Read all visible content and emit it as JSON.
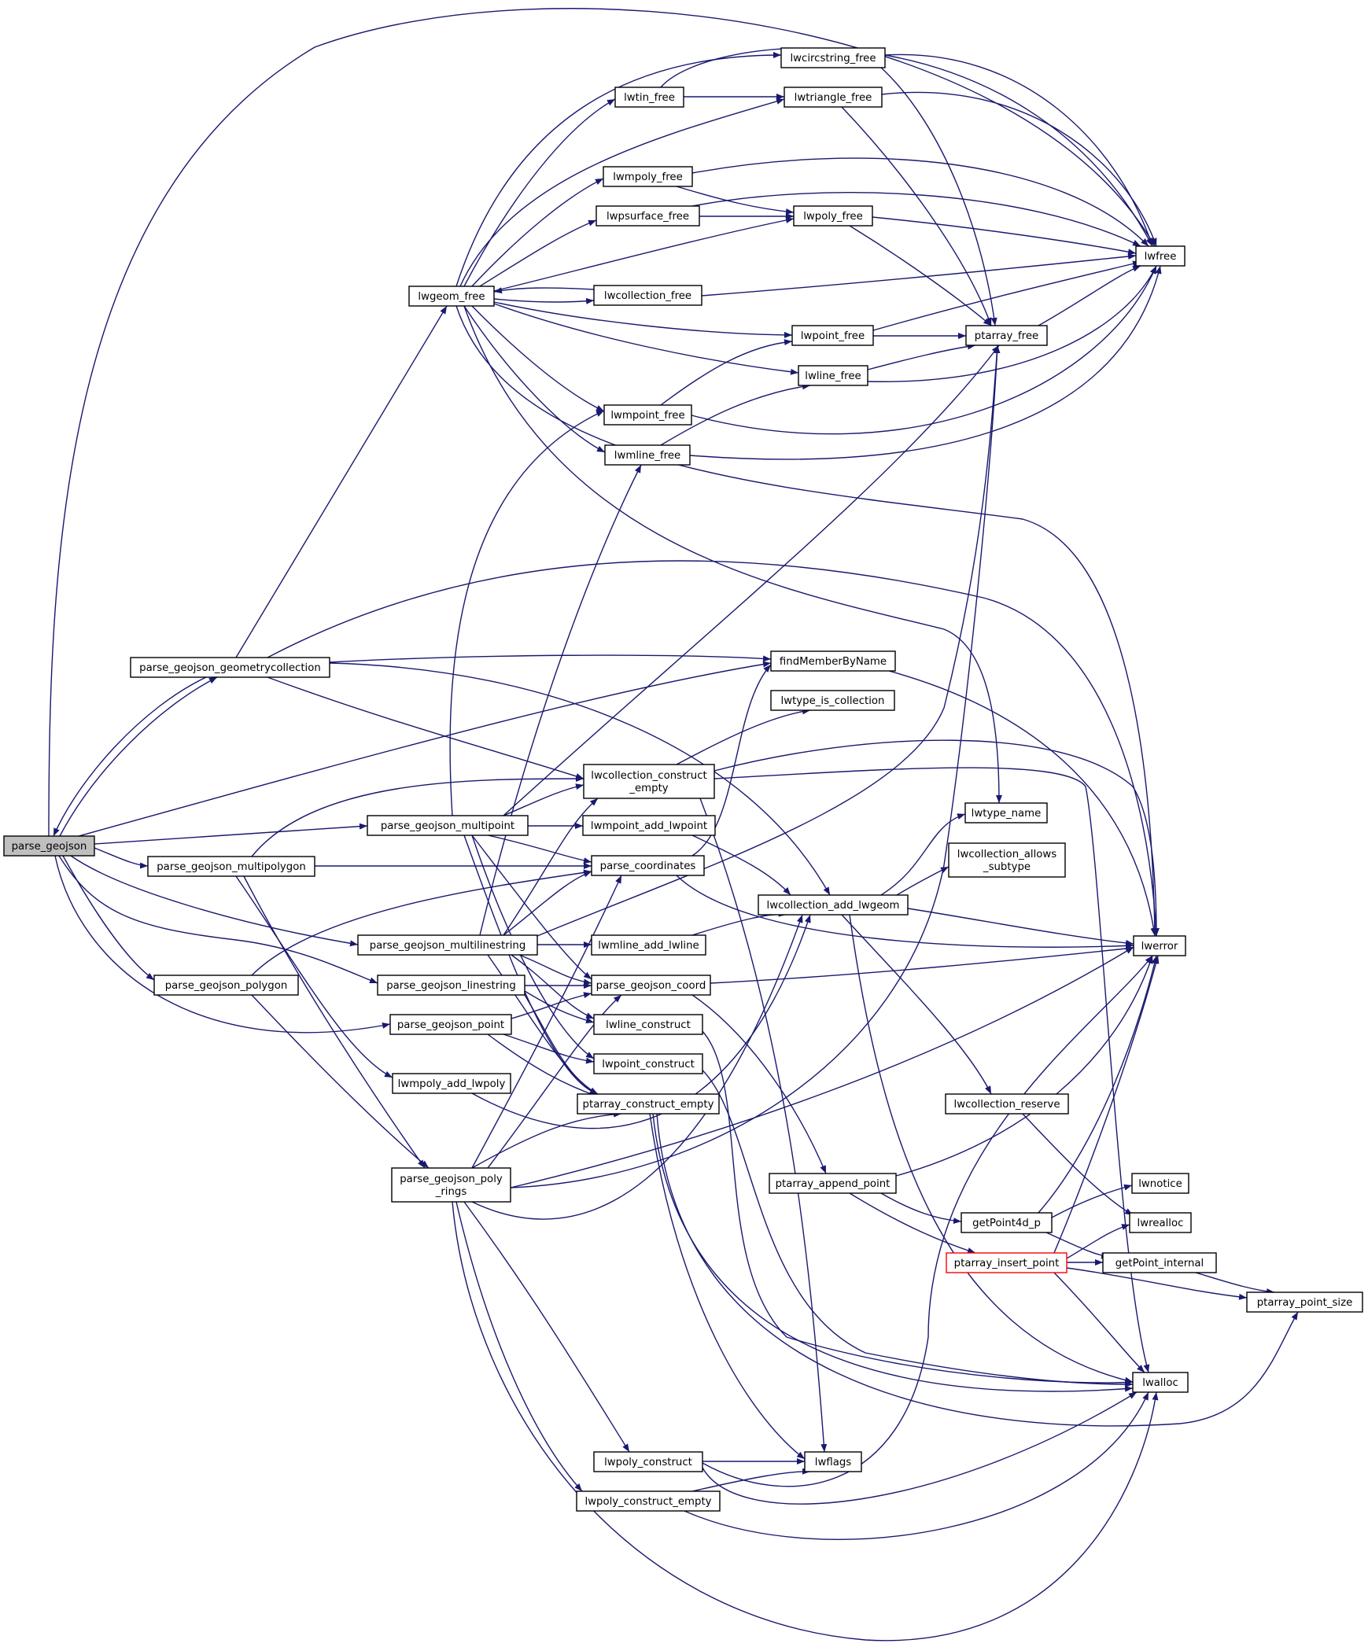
{
  "colors": {
    "edge": "#191970",
    "node_border": "#000000",
    "node_fill": "#ffffff",
    "root_fill": "#bfbfbf",
    "truncated_border": "#ff0000"
  },
  "nodes": {
    "parse_geojson": {
      "lines": [
        "parse_geojson"
      ],
      "style": "root"
    },
    "parse_geojson_geometrycollection": {
      "lines": [
        "parse_geojson_geometrycollection"
      ]
    },
    "parse_geojson_multipoint": {
      "lines": [
        "parse_geojson_multipoint"
      ]
    },
    "parse_geojson_multipolygon": {
      "lines": [
        "parse_geojson_multipolygon"
      ]
    },
    "parse_geojson_multilinestring": {
      "lines": [
        "parse_geojson_multilinestring"
      ]
    },
    "parse_geojson_polygon": {
      "lines": [
        "parse_geojson_polygon"
      ]
    },
    "parse_geojson_linestring": {
      "lines": [
        "parse_geojson_linestring"
      ]
    },
    "parse_geojson_point": {
      "lines": [
        "parse_geojson_point"
      ]
    },
    "lwmpoly_add_lwpoly": {
      "lines": [
        "lwmpoly_add_lwpoly"
      ]
    },
    "parse_geojson_poly_rings": {
      "lines": [
        "parse_geojson_poly",
        "_rings"
      ]
    },
    "lwgeom_free": {
      "lines": [
        "lwgeom_free"
      ]
    },
    "lwtin_free": {
      "lines": [
        "lwtin_free"
      ]
    },
    "lwmpoly_free": {
      "lines": [
        "lwmpoly_free"
      ]
    },
    "lwpsurface_free": {
      "lines": [
        "lwpsurface_free"
      ]
    },
    "lwcollection_free": {
      "lines": [
        "lwcollection_free"
      ]
    },
    "lwmpoint_free": {
      "lines": [
        "lwmpoint_free"
      ]
    },
    "lwmline_free": {
      "lines": [
        "lwmline_free"
      ]
    },
    "lwcircstring_free": {
      "lines": [
        "lwcircstring_free"
      ]
    },
    "lwtriangle_free": {
      "lines": [
        "lwtriangle_free"
      ]
    },
    "lwpoly_free": {
      "lines": [
        "lwpoly_free"
      ]
    },
    "lwpoint_free": {
      "lines": [
        "lwpoint_free"
      ]
    },
    "lwline_free": {
      "lines": [
        "lwline_free"
      ]
    },
    "ptarray_free": {
      "lines": [
        "ptarray_free"
      ]
    },
    "lwfree": {
      "lines": [
        "lwfree"
      ]
    },
    "findMemberByName": {
      "lines": [
        "findMemberByName"
      ]
    },
    "lwtype_is_collection": {
      "lines": [
        "lwtype_is_collection"
      ]
    },
    "lwcollection_construct_empty": {
      "lines": [
        "lwcollection_construct",
        "_empty"
      ]
    },
    "lwmpoint_add_lwpoint": {
      "lines": [
        "lwmpoint_add_lwpoint"
      ]
    },
    "parse_coordinates": {
      "lines": [
        "parse_coordinates"
      ]
    },
    "lwmline_add_lwline": {
      "lines": [
        "lwmline_add_lwline"
      ]
    },
    "parse_geojson_coord": {
      "lines": [
        "parse_geojson_coord"
      ]
    },
    "lwline_construct": {
      "lines": [
        "lwline_construct"
      ]
    },
    "lwpoint_construct": {
      "lines": [
        "lwpoint_construct"
      ]
    },
    "ptarray_construct_empty": {
      "lines": [
        "ptarray_construct_empty"
      ]
    },
    "lwcollection_add_lwgeom": {
      "lines": [
        "lwcollection_add_lwgeom"
      ]
    },
    "lwtype_name": {
      "lines": [
        "lwtype_name"
      ]
    },
    "lwcollection_allows_subtype": {
      "lines": [
        "lwcollection_allows",
        "_subtype"
      ]
    },
    "lwerror": {
      "lines": [
        "lwerror"
      ]
    },
    "lwcollection_reserve": {
      "lines": [
        "lwcollection_reserve"
      ]
    },
    "ptarray_append_point": {
      "lines": [
        "ptarray_append_point"
      ]
    },
    "getPoint4d_p": {
      "lines": [
        "getPoint4d_p"
      ]
    },
    "ptarray_insert_point": {
      "lines": [
        "ptarray_insert_point"
      ],
      "style": "truncated"
    },
    "lwnotice": {
      "lines": [
        "lwnotice"
      ]
    },
    "lwrealloc": {
      "lines": [
        "lwrealloc"
      ]
    },
    "getPoint_internal": {
      "lines": [
        "getPoint_internal"
      ]
    },
    "ptarray_point_size": {
      "lines": [
        "ptarray_point_size"
      ]
    },
    "lwalloc": {
      "lines": [
        "lwalloc"
      ]
    },
    "lwpoly_construct": {
      "lines": [
        "lwpoly_construct"
      ]
    },
    "lwflags": {
      "lines": [
        "lwflags"
      ]
    },
    "lwpoly_construct_empty": {
      "lines": [
        "lwpoly_construct_empty"
      ]
    }
  },
  "edges": [
    [
      "parse_geojson",
      "parse_geojson_geometrycollection"
    ],
    [
      "parse_geojson",
      "findMemberByName"
    ],
    [
      "parse_geojson",
      "parse_geojson_multipoint"
    ],
    [
      "parse_geojson",
      "parse_geojson_multipolygon"
    ],
    [
      "parse_geojson",
      "parse_geojson_multilinestring"
    ],
    [
      "parse_geojson",
      "parse_geojson_polygon"
    ],
    [
      "parse_geojson",
      "parse_geojson_linestring"
    ],
    [
      "parse_geojson",
      "parse_geojson_point"
    ],
    [
      "parse_geojson",
      "lwfree"
    ],
    [
      "parse_geojson_geometrycollection",
      "parse_geojson"
    ],
    [
      "parse_geojson_geometrycollection",
      "lwgeom_free"
    ],
    [
      "parse_geojson_geometrycollection",
      "findMemberByName"
    ],
    [
      "parse_geojson_geometrycollection",
      "lwcollection_construct_empty"
    ],
    [
      "parse_geojson_geometrycollection",
      "lwcollection_add_lwgeom"
    ],
    [
      "parse_geojson_geometrycollection",
      "lwerror"
    ],
    [
      "parse_geojson_multipoint",
      "lwcollection_construct_empty"
    ],
    [
      "parse_geojson_multipoint",
      "lwmpoint_add_lwpoint"
    ],
    [
      "parse_geojson_multipoint",
      "parse_coordinates"
    ],
    [
      "parse_geojson_multipoint",
      "parse_geojson_coord"
    ],
    [
      "parse_geojson_multipoint",
      "lwpoint_construct"
    ],
    [
      "parse_geojson_multipoint",
      "ptarray_construct_empty"
    ],
    [
      "parse_geojson_multipoint",
      "lwmpoint_free"
    ],
    [
      "parse_geojson_multipoint",
      "ptarray_free"
    ],
    [
      "parse_geojson_multipolygon",
      "lwcollection_construct_empty"
    ],
    [
      "parse_geojson_multipolygon",
      "parse_coordinates"
    ],
    [
      "parse_geojson_multipolygon",
      "lwmpoly_add_lwpoly"
    ],
    [
      "parse_geojson_multipolygon",
      "parse_geojson_poly_rings"
    ],
    [
      "parse_geojson_multilinestring",
      "lwcollection_construct_empty"
    ],
    [
      "parse_geojson_multilinestring",
      "parse_coordinates"
    ],
    [
      "parse_geojson_multilinestring",
      "lwmline_add_lwline"
    ],
    [
      "parse_geojson_multilinestring",
      "parse_geojson_coord"
    ],
    [
      "parse_geojson_multilinestring",
      "lwline_construct"
    ],
    [
      "parse_geojson_multilinestring",
      "ptarray_construct_empty"
    ],
    [
      "parse_geojson_multilinestring",
      "lwmline_free"
    ],
    [
      "parse_geojson_multilinestring",
      "ptarray_free"
    ],
    [
      "parse_geojson_polygon",
      "parse_coordinates"
    ],
    [
      "parse_geojson_polygon",
      "parse_geojson_poly_rings"
    ],
    [
      "parse_geojson_linestring",
      "parse_geojson_coord"
    ],
    [
      "parse_geojson_linestring",
      "lwline_construct"
    ],
    [
      "parse_geojson_linestring",
      "ptarray_construct_empty"
    ],
    [
      "parse_geojson_point",
      "parse_geojson_coord"
    ],
    [
      "parse_geojson_point",
      "lwpoint_construct"
    ],
    [
      "parse_geojson_point",
      "ptarray_construct_empty"
    ],
    [
      "lwmpoly_add_lwpoly",
      "lwcollection_add_lwgeom"
    ],
    [
      "parse_geojson_poly_rings",
      "parse_coordinates"
    ],
    [
      "parse_geojson_poly_rings",
      "ptarray_construct_empty"
    ],
    [
      "parse_geojson_poly_rings",
      "parse_geojson_coord"
    ],
    [
      "parse_geojson_poly_rings",
      "lwpoly_construct"
    ],
    [
      "parse_geojson_poly_rings",
      "lwpoly_construct_empty"
    ],
    [
      "parse_geojson_poly_rings",
      "lwalloc"
    ],
    [
      "parse_geojson_poly_rings",
      "ptarray_free"
    ],
    [
      "parse_geojson_poly_rings",
      "lwerror"
    ],
    [
      "parse_geojson_poly_rings",
      "lwcollection_add_lwgeom"
    ],
    [
      "lwgeom_free",
      "lwtin_free"
    ],
    [
      "lwgeom_free",
      "lwmpoly_free"
    ],
    [
      "lwgeom_free",
      "lwpsurface_free"
    ],
    [
      "lwgeom_free",
      "lwcollection_free"
    ],
    [
      "lwgeom_free",
      "lwmpoint_free"
    ],
    [
      "lwgeom_free",
      "lwmline_free"
    ],
    [
      "lwgeom_free",
      "lwcircstring_free"
    ],
    [
      "lwgeom_free",
      "lwtriangle_free"
    ],
    [
      "lwgeom_free",
      "lwpoly_free"
    ],
    [
      "lwgeom_free",
      "lwpoint_free"
    ],
    [
      "lwgeom_free",
      "lwline_free"
    ],
    [
      "lwgeom_free",
      "lwtype_name"
    ],
    [
      "lwgeom_free",
      "lwerror"
    ],
    [
      "lwtin_free",
      "lwtriangle_free"
    ],
    [
      "lwtin_free",
      "lwfree"
    ],
    [
      "lwmpoly_free",
      "lwpoly_free"
    ],
    [
      "lwmpoly_free",
      "lwfree"
    ],
    [
      "lwpsurface_free",
      "lwpoly_free"
    ],
    [
      "lwpsurface_free",
      "lwfree"
    ],
    [
      "lwcollection_free",
      "lwgeom_free"
    ],
    [
      "lwcollection_free",
      "lwfree"
    ],
    [
      "lwmpoint_free",
      "lwpoint_free"
    ],
    [
      "lwmpoint_free",
      "lwfree"
    ],
    [
      "lwmline_free",
      "lwline_free"
    ],
    [
      "lwmline_free",
      "lwfree"
    ],
    [
      "lwcircstring_free",
      "ptarray_free"
    ],
    [
      "lwcircstring_free",
      "lwfree"
    ],
    [
      "lwtriangle_free",
      "ptarray_free"
    ],
    [
      "lwtriangle_free",
      "lwfree"
    ],
    [
      "lwpoly_free",
      "ptarray_free"
    ],
    [
      "lwpoly_free",
      "lwfree"
    ],
    [
      "lwpoint_free",
      "ptarray_free"
    ],
    [
      "lwpoint_free",
      "lwfree"
    ],
    [
      "lwline_free",
      "ptarray_free"
    ],
    [
      "lwline_free",
      "lwfree"
    ],
    [
      "ptarray_free",
      "lwfree"
    ],
    [
      "findMemberByName",
      "lwerror"
    ],
    [
      "lwcollection_construct_empty",
      "lwtype_is_collection"
    ],
    [
      "lwcollection_construct_empty",
      "lwerror"
    ],
    [
      "lwcollection_construct_empty",
      "lwalloc"
    ],
    [
      "lwcollection_construct_empty",
      "lwflags"
    ],
    [
      "lwmpoint_add_lwpoint",
      "lwcollection_add_lwgeom"
    ],
    [
      "parse_coordinates",
      "findMemberByName"
    ],
    [
      "parse_coordinates",
      "lwerror"
    ],
    [
      "lwmline_add_lwline",
      "lwcollection_add_lwgeom"
    ],
    [
      "parse_geojson_coord",
      "lwerror"
    ],
    [
      "parse_geojson_coord",
      "ptarray_append_point"
    ],
    [
      "lwline_construct",
      "lwalloc"
    ],
    [
      "lwpoint_construct",
      "lwalloc"
    ],
    [
      "ptarray_construct_empty",
      "lwalloc"
    ],
    [
      "ptarray_construct_empty",
      "lwflags"
    ],
    [
      "ptarray_construct_empty",
      "ptarray_point_size"
    ],
    [
      "lwcollection_add_lwgeom",
      "lwtype_name"
    ],
    [
      "lwcollection_add_lwgeom",
      "lwcollection_allows_subtype"
    ],
    [
      "lwcollection_add_lwgeom",
      "lwerror"
    ],
    [
      "lwcollection_add_lwgeom",
      "lwcollection_reserve"
    ],
    [
      "lwcollection_add_lwgeom",
      "lwalloc"
    ],
    [
      "lwcollection_reserve",
      "lwrealloc"
    ],
    [
      "ptarray_append_point",
      "getPoint4d_p"
    ],
    [
      "ptarray_append_point",
      "ptarray_insert_point"
    ],
    [
      "ptarray_append_point",
      "lwerror"
    ],
    [
      "getPoint4d_p",
      "lwerror"
    ],
    [
      "getPoint4d_p",
      "lwnotice"
    ],
    [
      "getPoint4d_p",
      "getPoint_internal"
    ],
    [
      "ptarray_insert_point",
      "lwrealloc"
    ],
    [
      "ptarray_insert_point",
      "getPoint_internal"
    ],
    [
      "ptarray_insert_point",
      "ptarray_point_size"
    ],
    [
      "ptarray_insert_point",
      "lwerror"
    ],
    [
      "ptarray_insert_point",
      "lwalloc"
    ],
    [
      "getPoint_internal",
      "ptarray_point_size"
    ],
    [
      "lwpoly_construct",
      "lwflags"
    ],
    [
      "lwpoly_construct",
      "lwalloc"
    ],
    [
      "lwpoly_construct",
      "lwerror"
    ],
    [
      "lwpoly_construct_empty",
      "lwflags"
    ],
    [
      "lwpoly_construct_empty",
      "lwalloc"
    ]
  ]
}
